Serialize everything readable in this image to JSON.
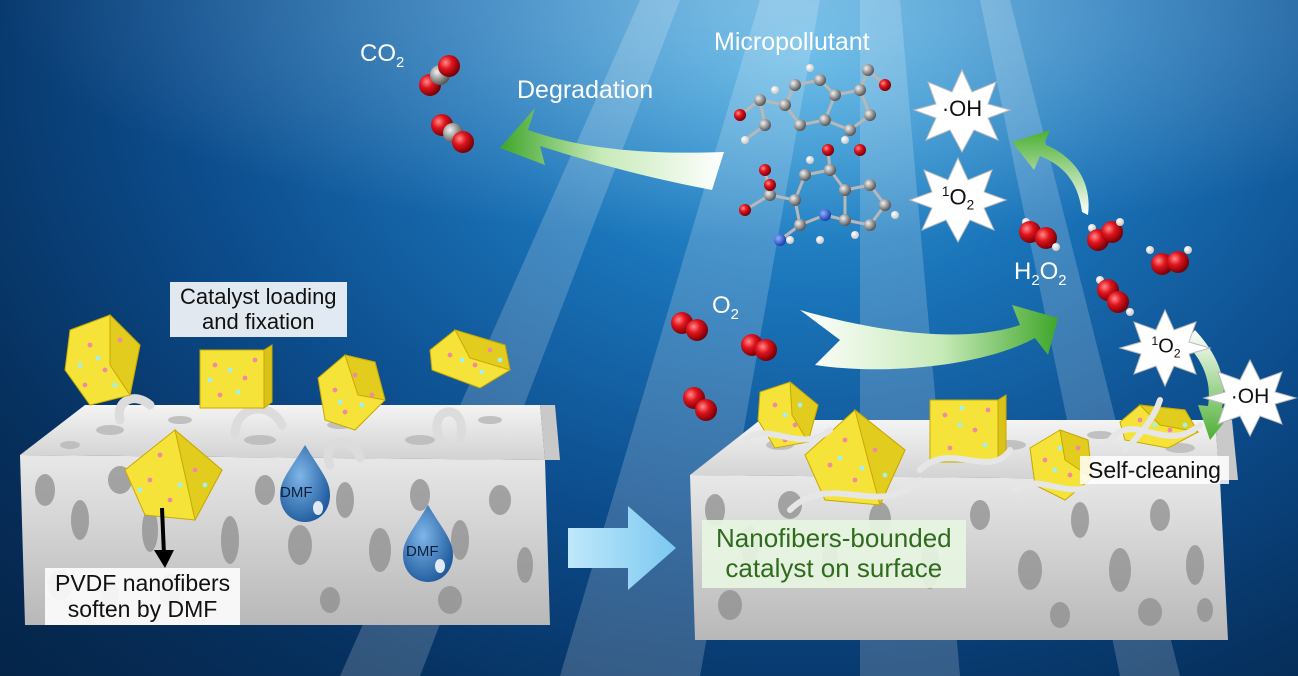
{
  "labels": {
    "micropollutant": "Micropollutant",
    "degradation": "Degradation",
    "co2": {
      "base": "CO",
      "sub": "2"
    },
    "o2": {
      "base": "O",
      "sub": "2"
    },
    "h2o2": {
      "a": "H",
      "sub1": "2",
      "b": "O",
      "sub2": "2"
    },
    "oh_radical": "·OH",
    "singlet_oxygen": {
      "sup": "1",
      "base": "O",
      "sub": "2"
    },
    "catalyst_loading": [
      "Catalyst loading",
      "and fixation"
    ],
    "pvdf": [
      "PVDF nanofibers",
      "soften by DMF"
    ],
    "dmf": "DMF",
    "nanofibers_bounded": [
      "Nanofibers-bounded",
      "catalyst on surface"
    ],
    "self_cleaning": "Self-cleaning"
  },
  "colors": {
    "background": "#0c4c8c",
    "catalyst": "#f5e33a",
    "oxygen_atom": "#e0141c",
    "carbon_atom": "#9a9a9a",
    "membrane": "#e6e6e6",
    "green_arrow": "#4caf32",
    "process_arrow": "#8fd3f4",
    "label_green_text": "#2f6b1d"
  },
  "icons": [
    "co2-molecule",
    "o2-molecule",
    "h2o2-molecule",
    "catalyst-cube",
    "dmf-droplet",
    "burst-star"
  ]
}
